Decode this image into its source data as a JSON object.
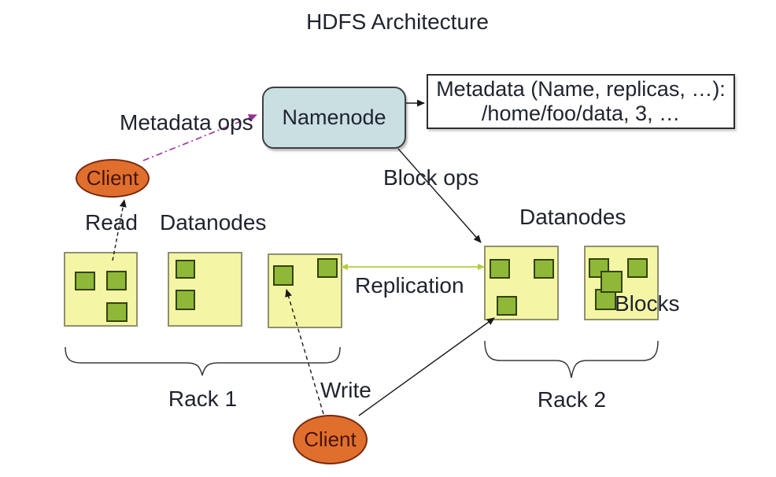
{
  "title": "HDFS Architecture",
  "nodes": {
    "namenode": {
      "label": "Namenode"
    },
    "metadata_box": {
      "line1": "Metadata (Name, replicas, …):",
      "line2": "/home/foo/data, 3, …"
    },
    "client_top": {
      "label": "Client"
    },
    "client_bottom": {
      "label": "Client"
    }
  },
  "edges": {
    "metadata_ops": "Metadata ops",
    "block_ops": "Block ops",
    "read": "Read",
    "write": "Write",
    "replication": "Replication"
  },
  "labels": {
    "datanodes_left": "Datanodes",
    "datanodes_right": "Datanodes",
    "blocks": "Blocks",
    "rack1": "Rack 1",
    "rack2": "Rack 2"
  },
  "racks": [
    {
      "name": "Rack 1",
      "datanode_count": 3,
      "blocks_per_datanode": [
        3,
        2,
        2
      ]
    },
    {
      "name": "Rack 2",
      "datanode_count": 2,
      "blocks_per_datanode": [
        3,
        4
      ]
    }
  ],
  "colors": {
    "namenode_fill": "#c9dfe1",
    "datanode_fill": "#f5f6a5",
    "block_fill": "#8fb838",
    "block_border": "#33430e",
    "client_fill": "#e06f2e",
    "metadata_ops_arrow": "#993399",
    "replication_arrow": "#b6cc3f",
    "arrow_black": "#1a1a1a"
  }
}
